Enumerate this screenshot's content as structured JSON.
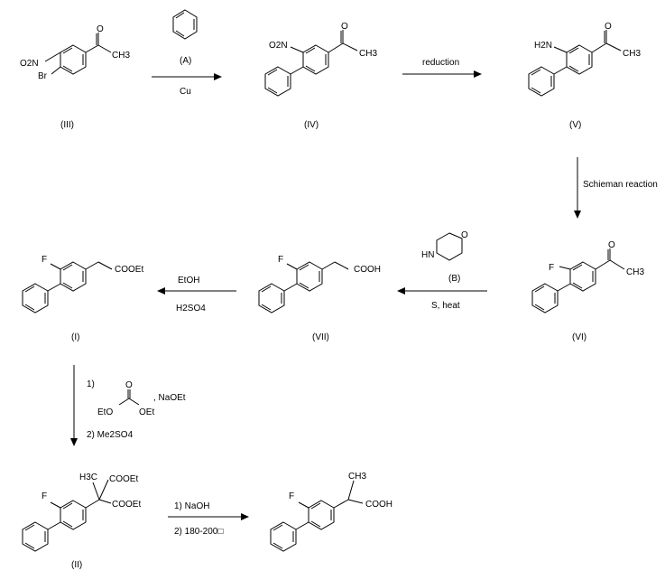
{
  "compounds": {
    "III": {
      "label": "(III)",
      "subs": [
        "O2N",
        "Br"
      ]
    },
    "IV": {
      "label": "(IV)",
      "subs": [
        "O2N"
      ]
    },
    "V": {
      "label": "(V)",
      "subs": [
        "H2N"
      ]
    },
    "VI": {
      "label": "(VI)",
      "subs": [
        "F"
      ]
    },
    "VII": {
      "label": "(VII)",
      "subs": [
        "F",
        "COOH"
      ]
    },
    "I": {
      "label": "(I)",
      "subs": [
        "F",
        "COOEt"
      ]
    },
    "II": {
      "label": "(II)",
      "subs": [
        "H3C",
        "COOEt",
        "COOEt",
        "F"
      ]
    },
    "product": {
      "subs": [
        "F",
        "CH3",
        "COOH"
      ]
    }
  },
  "reagents": {
    "A": {
      "label": "(A)"
    },
    "B": {
      "label": "(B)",
      "hn": "HN",
      "o": "O"
    },
    "ch3": "CH3",
    "o": "O"
  },
  "steps": {
    "s1": {
      "below": "Cu"
    },
    "s2": {
      "above": "reduction"
    },
    "s3": {
      "side": "Schieman reaction"
    },
    "s4": {
      "below": "S, heat"
    },
    "s5": {
      "above": "EtOH",
      "below": "H2SO4"
    },
    "s6": {
      "num1": "1)",
      "carbonate_o": "O",
      "eto": "EtO",
      "oet": "OEt",
      "base": ", NaOEt",
      "line2": "2) Me2SO4"
    },
    "s7": {
      "line1": "1) NaOH",
      "line2": "2) 180-200□"
    }
  }
}
